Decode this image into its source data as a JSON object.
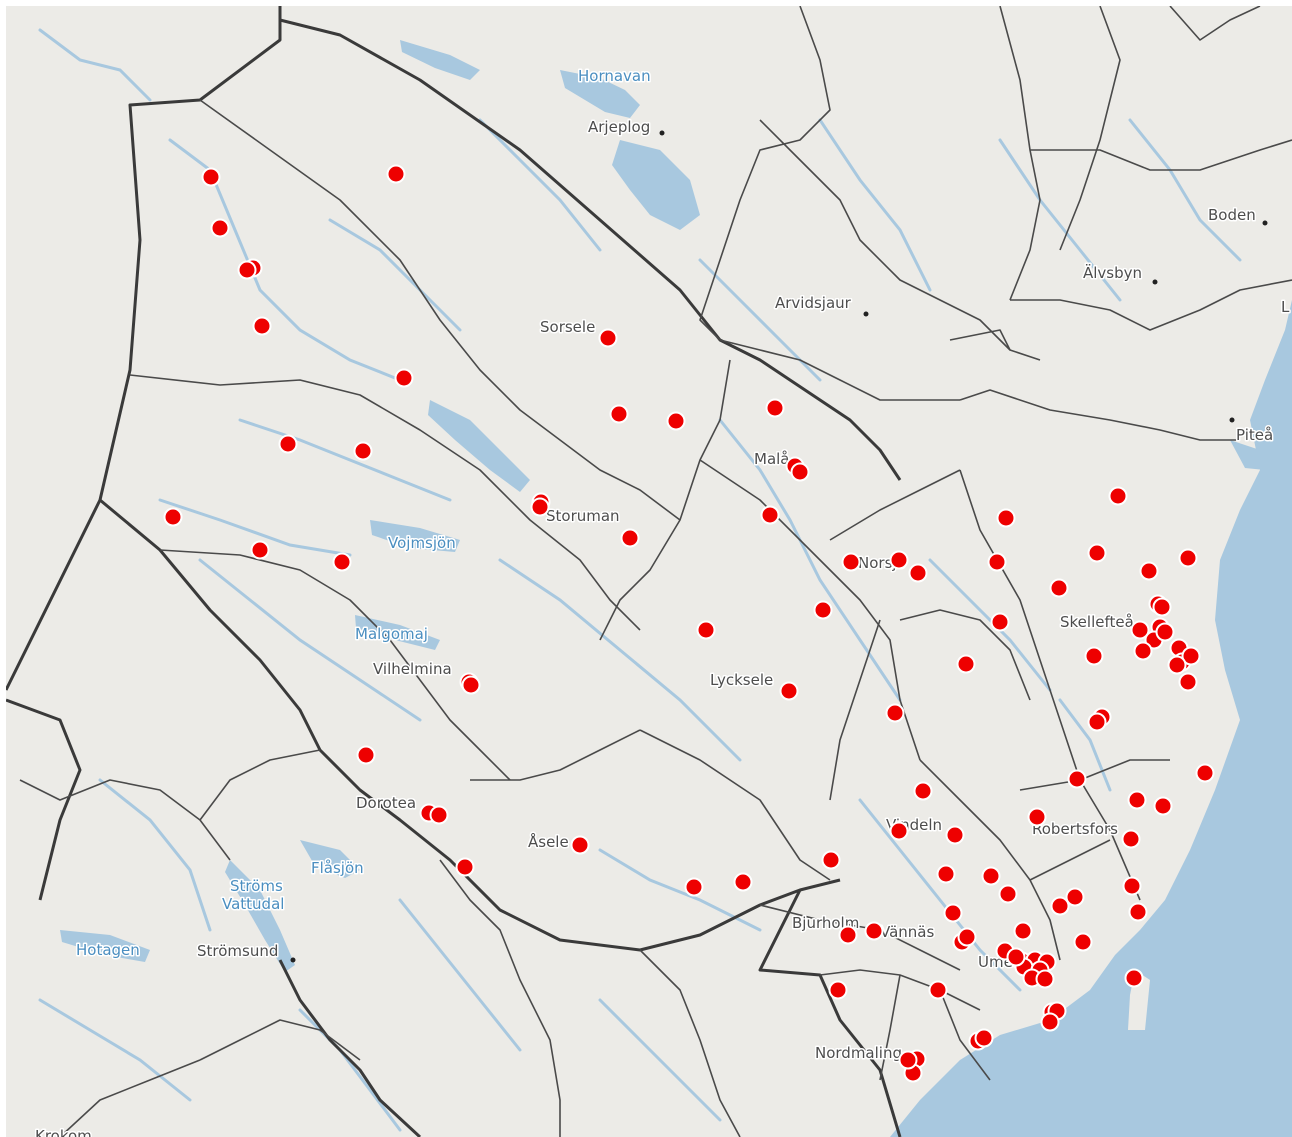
{
  "colors": {
    "land": "#ecebe7",
    "water": "#a8c8df",
    "border_major": "#3a3a3a",
    "border_minor": "#4a4a4a",
    "marker": "#ee0000",
    "lake_text": "#4a8ec0",
    "town_text": "#4d4d4d"
  },
  "lake_labels": [
    {
      "id": "hornavan",
      "text": "Hornavan"
    },
    {
      "id": "vojmsjon",
      "text": "Vojmsjön"
    },
    {
      "id": "malgomaj",
      "text": "Malgomaj"
    },
    {
      "id": "flasjon",
      "text": "Flåsjön"
    },
    {
      "id": "stroms1",
      "text": "Ströms"
    },
    {
      "id": "stroms2",
      "text": "Vattudal"
    },
    {
      "id": "hotagen",
      "text": "Hotagen"
    }
  ],
  "town_labels": [
    {
      "id": "arjeplog",
      "text": "Arjeplog"
    },
    {
      "id": "arvidsjaur",
      "text": "Arvidsjaur"
    },
    {
      "id": "boden",
      "text": "Boden"
    },
    {
      "id": "alvsbyn",
      "text": "Älvsbyn"
    },
    {
      "id": "lulea",
      "text": "L"
    },
    {
      "id": "pitea",
      "text": "Piteå"
    },
    {
      "id": "sorsele",
      "text": "Sorsele"
    },
    {
      "id": "storuman",
      "text": "Storuman"
    },
    {
      "id": "mala",
      "text": "Malå"
    },
    {
      "id": "norsjo",
      "text": "Norsjö"
    },
    {
      "id": "skelleftea",
      "text": "Skellefteå"
    },
    {
      "id": "vilhelmina",
      "text": "Vilhelmina"
    },
    {
      "id": "lycksele",
      "text": "Lycksele"
    },
    {
      "id": "dorotea",
      "text": "Dorotea"
    },
    {
      "id": "asele",
      "text": "Åsele"
    },
    {
      "id": "vindeln",
      "text": "Vindeln"
    },
    {
      "id": "robertsfors",
      "text": "Robertsfors"
    },
    {
      "id": "bjurholm",
      "text": "Bjurholm"
    },
    {
      "id": "vannas",
      "text": "Vännäs"
    },
    {
      "id": "umea",
      "text": "Umeå"
    },
    {
      "id": "nordmaling",
      "text": "Nordmaling"
    },
    {
      "id": "stromsund",
      "text": "Strömsund"
    },
    {
      "id": "krokom",
      "text": "Krokom"
    }
  ],
  "observation_count": 109
}
